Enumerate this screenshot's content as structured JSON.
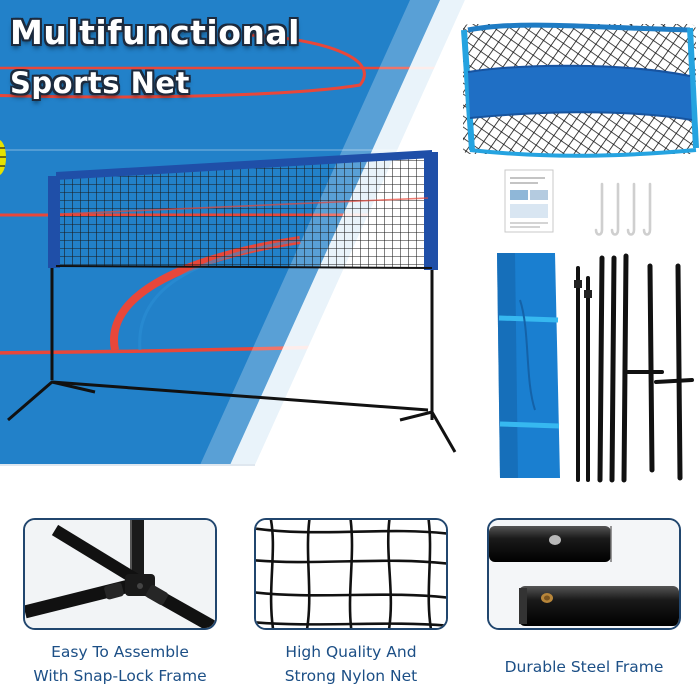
{
  "headline": {
    "line1": "Multifunctional",
    "line2": "Sports Net"
  },
  "features": [
    {
      "line1": "Easy To Assemble",
      "line2": "With Snap-Lock Frame"
    },
    {
      "line1": "High Quality And",
      "line2": "Strong Nylon Net"
    },
    {
      "line1": "Durable Steel Frame",
      "line2": ""
    }
  ],
  "colors": {
    "court_blue": "#1f7cc4",
    "court_line_red": "#e8473a",
    "net_band_blue": "#1f4fa8",
    "bag_blue": "#1a7fd0",
    "caption_blue": "#1c4f86",
    "card_border": "#21466e",
    "frame_black": "#111111"
  }
}
